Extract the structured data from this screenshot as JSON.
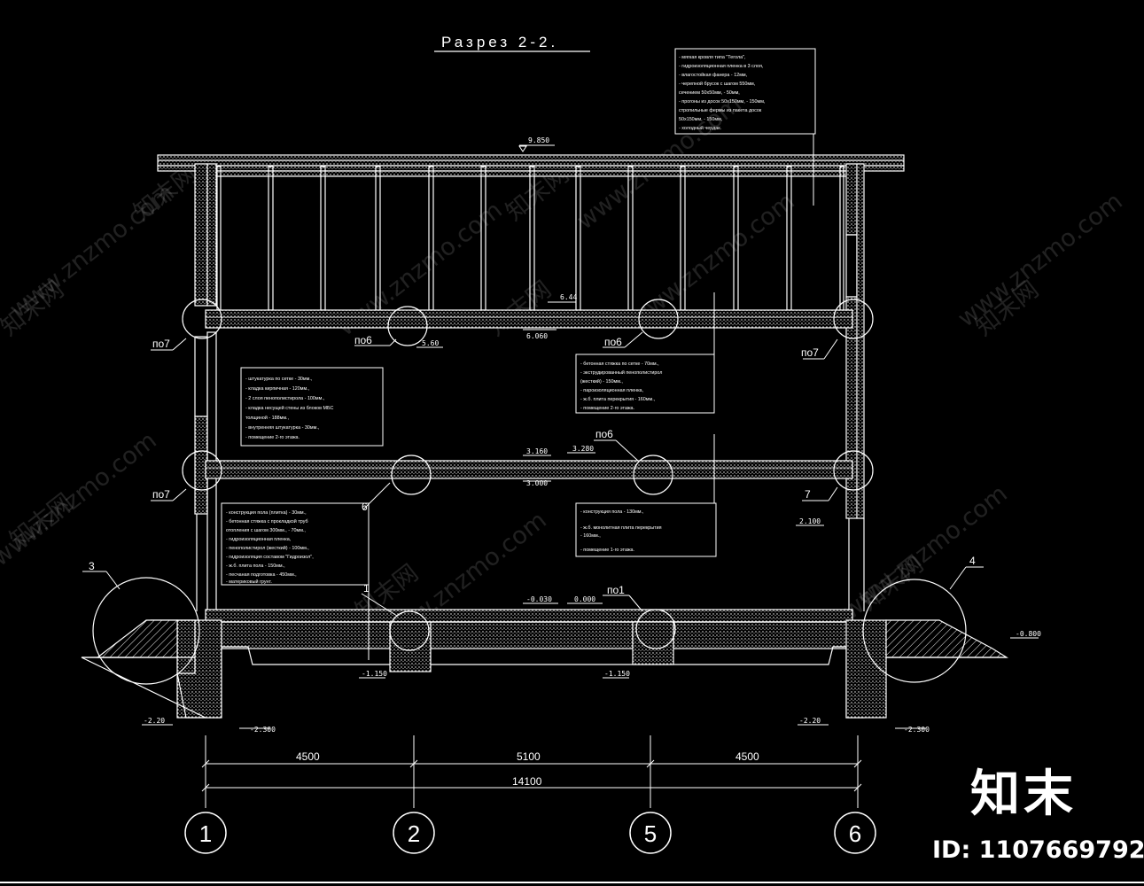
{
  "title": "Разрез 2-2.",
  "roof_note": {
    "lines": [
      "- мягкая кровля типа \"Тегола\",",
      "- гидроизоляционная пленка в 3 слоя,",
      "- влагостойкая фанера - 12мм,",
      "- черепной брусок с шагом 550мм,",
      "  сечением 50х50мм,           - 50мм,",
      "- прогоны из досок 50х150мм, - 150мм,",
      "  стропильные фермы из пакета досок",
      "  50х150мм,          - 150мм,",
      "- холодный чердак."
    ]
  },
  "wall_note": {
    "lines": [
      "- штукатурка по сетке - 30мм.,",
      "- кладка кирпичная - 120мм.,",
      "- 2 слоя пенополистирола - 100мм.,",
      "- кладка несущей стены из блоков МБС",
      "  толщиной  - 188мм.,",
      "- внутренняя штукатурка  - 30мм.,",
      "- помещение 2-го этажа."
    ]
  },
  "floor2_note": {
    "lines": [
      "- бетонная стяжка по сетке - 70мм.,",
      "- экструдированный пенополистирол",
      "  (жесткий)   - 150мм.,",
      "- пароизоляционная пленка,",
      "- ж.б. плита перекрытия  - 160мм.,",
      "- помещение 2-го этажа."
    ]
  },
  "floor1_note": {
    "lines": [
      "- конструкция пола (плитка) - 30мм.,",
      "- бетонная стяжка  с прокладкой труб",
      "  отопления с шагом 300мм.,    - 70мм.,",
      "- гидроизоляционная пленка,",
      "- пенополистирол (жесткий) - 100мм.,",
      "- гидроизоляция составом \"Гидроизол\",",
      "- ж.б. плита пола - 150мм.,",
      "- песчаная подготовка - 450мм.,",
      "- материковый грунт."
    ]
  },
  "ceiling_note": {
    "lines": [
      "- конструкция пола  - 130мм.,",
      "",
      "- ж.б. монолитная  плита перекрытия",
      "                          - 160мм.,",
      "",
      "- помещение 1-го этажа."
    ]
  },
  "levels": {
    "roof": "9.850",
    "attic_top": "6.44",
    "attic_floor": "6.060",
    "attic_floor_l": "5.60",
    "mid_top": "3.160",
    "mid_alt": "3.280",
    "mid_bottom": "3.000",
    "right_window": "2.100",
    "ground_top": "-0.030",
    "ground_zero": "0.000",
    "ground_outside_r": "-0.800",
    "pit_l": "-1.150",
    "pit_r": "-1.150",
    "footing_l_outer": "-2.20",
    "footing_l_inner": "-2.300",
    "footing_r_outer": "-2.20",
    "footing_r_inner": "-2.300"
  },
  "callouts": {
    "no7_tl": "по7",
    "no7_ml": "по7",
    "no7_tr": "по7",
    "no6_top": "по6",
    "no6_right": "по6",
    "no6_mid": "по6",
    "no1_bottom": "по1",
    "detail_3": "3",
    "detail_4": "4",
    "detail_6": "6",
    "detail_7": "7",
    "detail_1": "1"
  },
  "dimensions": {
    "span_1": "4500",
    "span_2": "5100",
    "span_3": "4500",
    "total": "14100"
  },
  "axes": [
    "1",
    "2",
    "5",
    "6"
  ],
  "watermarks": [
    "www.znzmo.com",
    "www.znzmo.com",
    "www.znzmo.com",
    "www.znzmo.com",
    "www.znzmo.com",
    "www.znzmo.com",
    "www.znzmo.com",
    "www.znzmo.com"
  ],
  "watermark_cn": [
    "知末网",
    "知末网",
    "知末网",
    "知末网",
    "知末网",
    "知末网",
    "知末网",
    "知末网"
  ],
  "brand": {
    "logo": "知末",
    "id": "ID: 1107669792"
  },
  "colors": {
    "background": "#000000",
    "lines": "#ffffff"
  }
}
